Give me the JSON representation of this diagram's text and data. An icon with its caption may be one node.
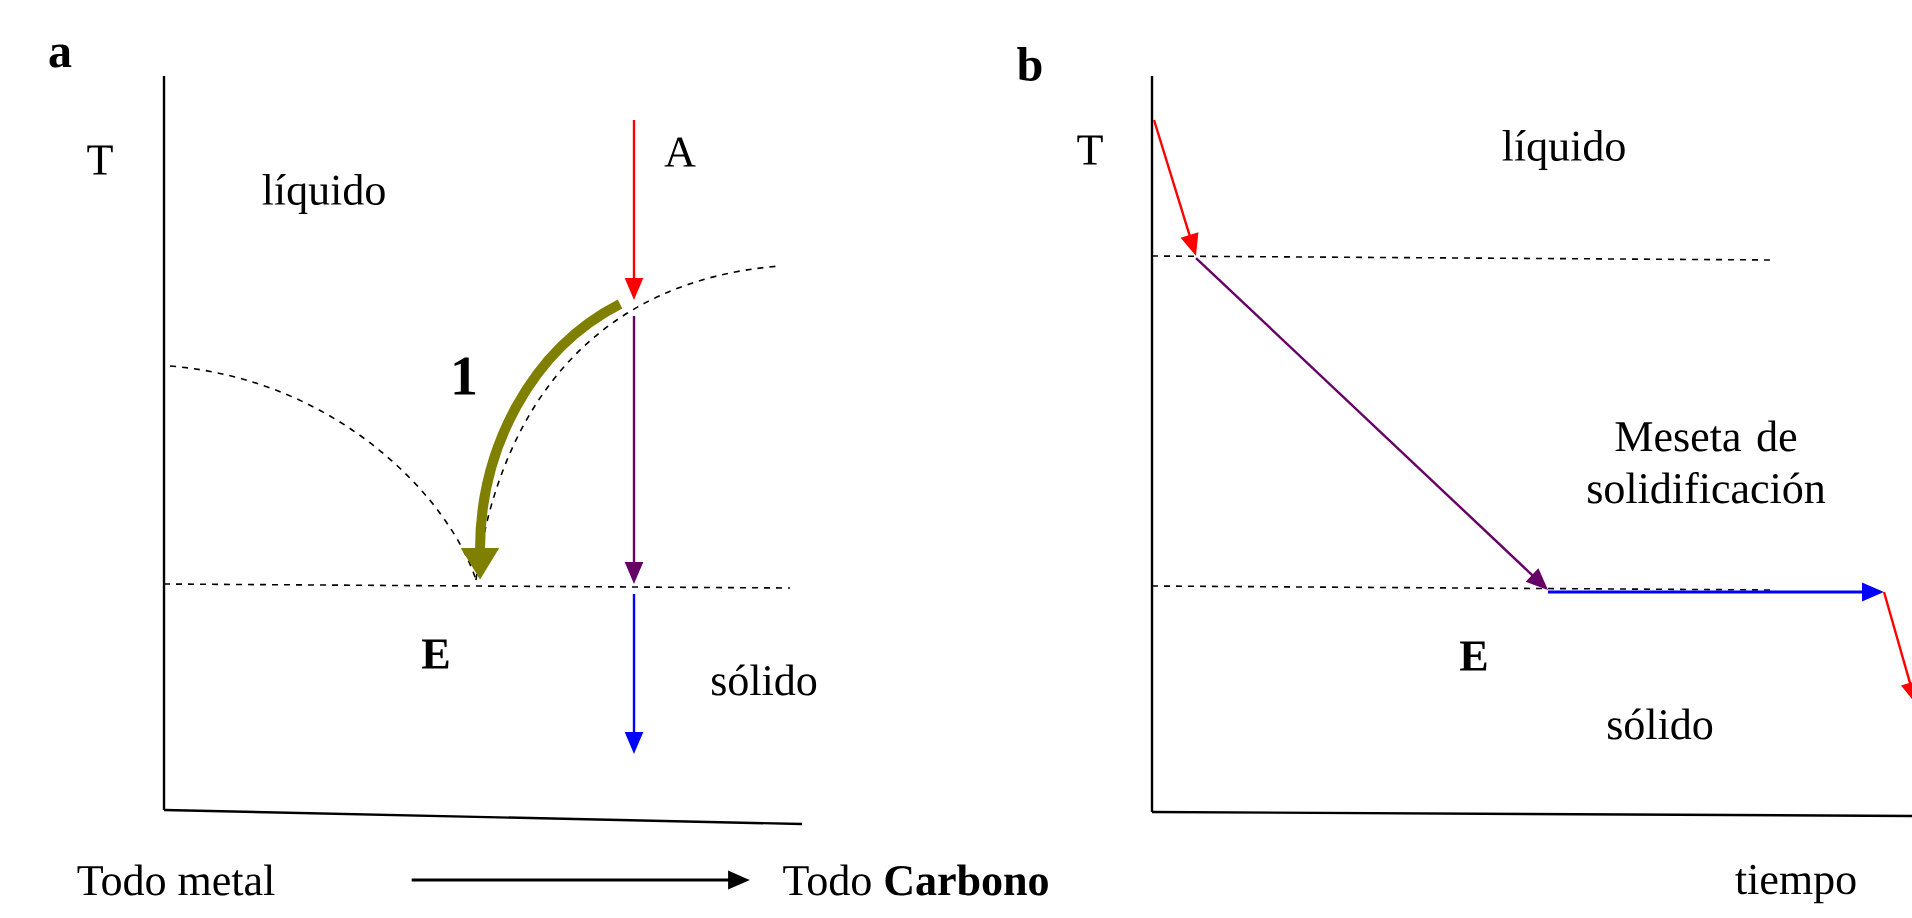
{
  "diagram": {
    "nodes": [
      {
        "text": [
          "Todo metal"
        ]
      },
      {
        "text": [
          "Todo **Carbono**"
        ]
      }
    ],
    "edges": [
      {
        "from": 0,
        "to": 1,
        "arrow": "to"
      }
    ],
    "labels": [
      "a",
      "T",
      "líquido",
      "A",
      "1",
      "E",
      "sólido",
      "b",
      "T",
      "líquido",
      "Meseta de solidificación",
      "E",
      "sólido",
      "tiempo"
    ]
  }
}
